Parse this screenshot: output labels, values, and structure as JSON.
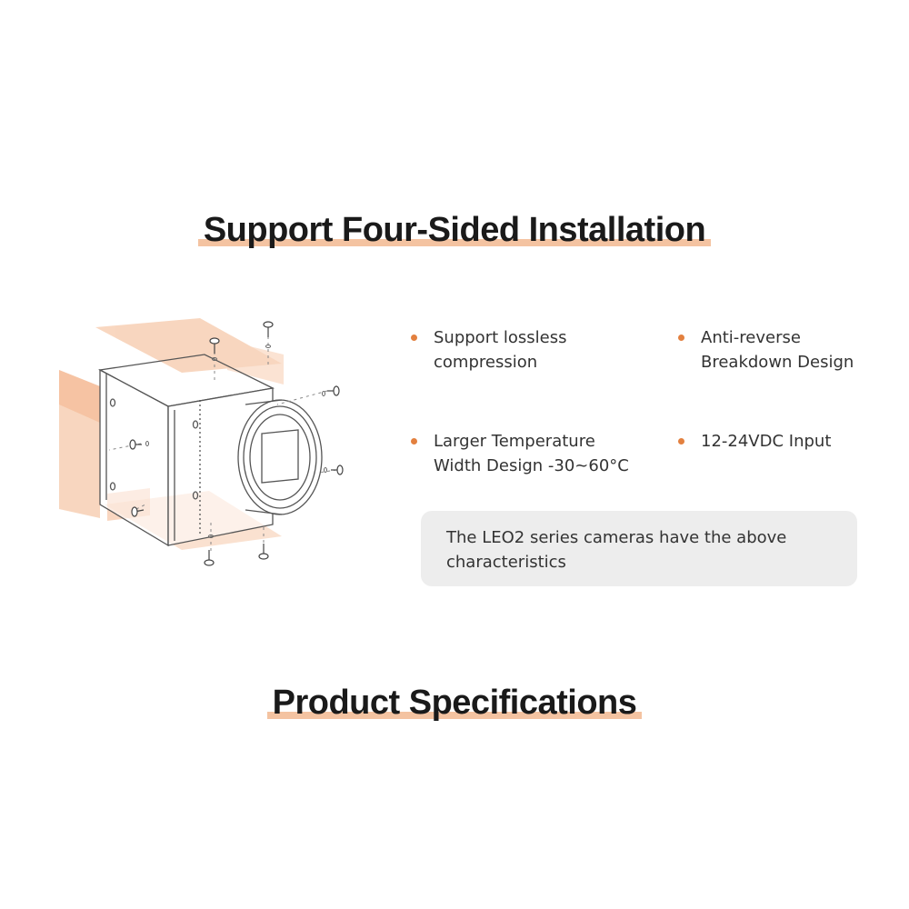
{
  "sections": {
    "installation_title": "Support Four-Sided Installation",
    "specifications_title": "Product Specifications"
  },
  "features": [
    {
      "line1": "Support lossless",
      "line2": "compression"
    },
    {
      "line1": "Anti-reverse",
      "line2": "Breakdown Design"
    },
    {
      "line1": "Larger Temperature",
      "line2": "Width Design -30~60°C"
    },
    {
      "line1": "12-24VDC Input",
      "line2": ""
    }
  ],
  "note": "The LEO2 series cameras have the above characteristics",
  "colors": {
    "accent": "#e3803f",
    "underline": "#f4c3a1",
    "highlight_plane": "#f7cdb0",
    "note_background": "#ededed"
  },
  "illustration": {
    "icon": "industrial-camera-mounting-icon"
  }
}
